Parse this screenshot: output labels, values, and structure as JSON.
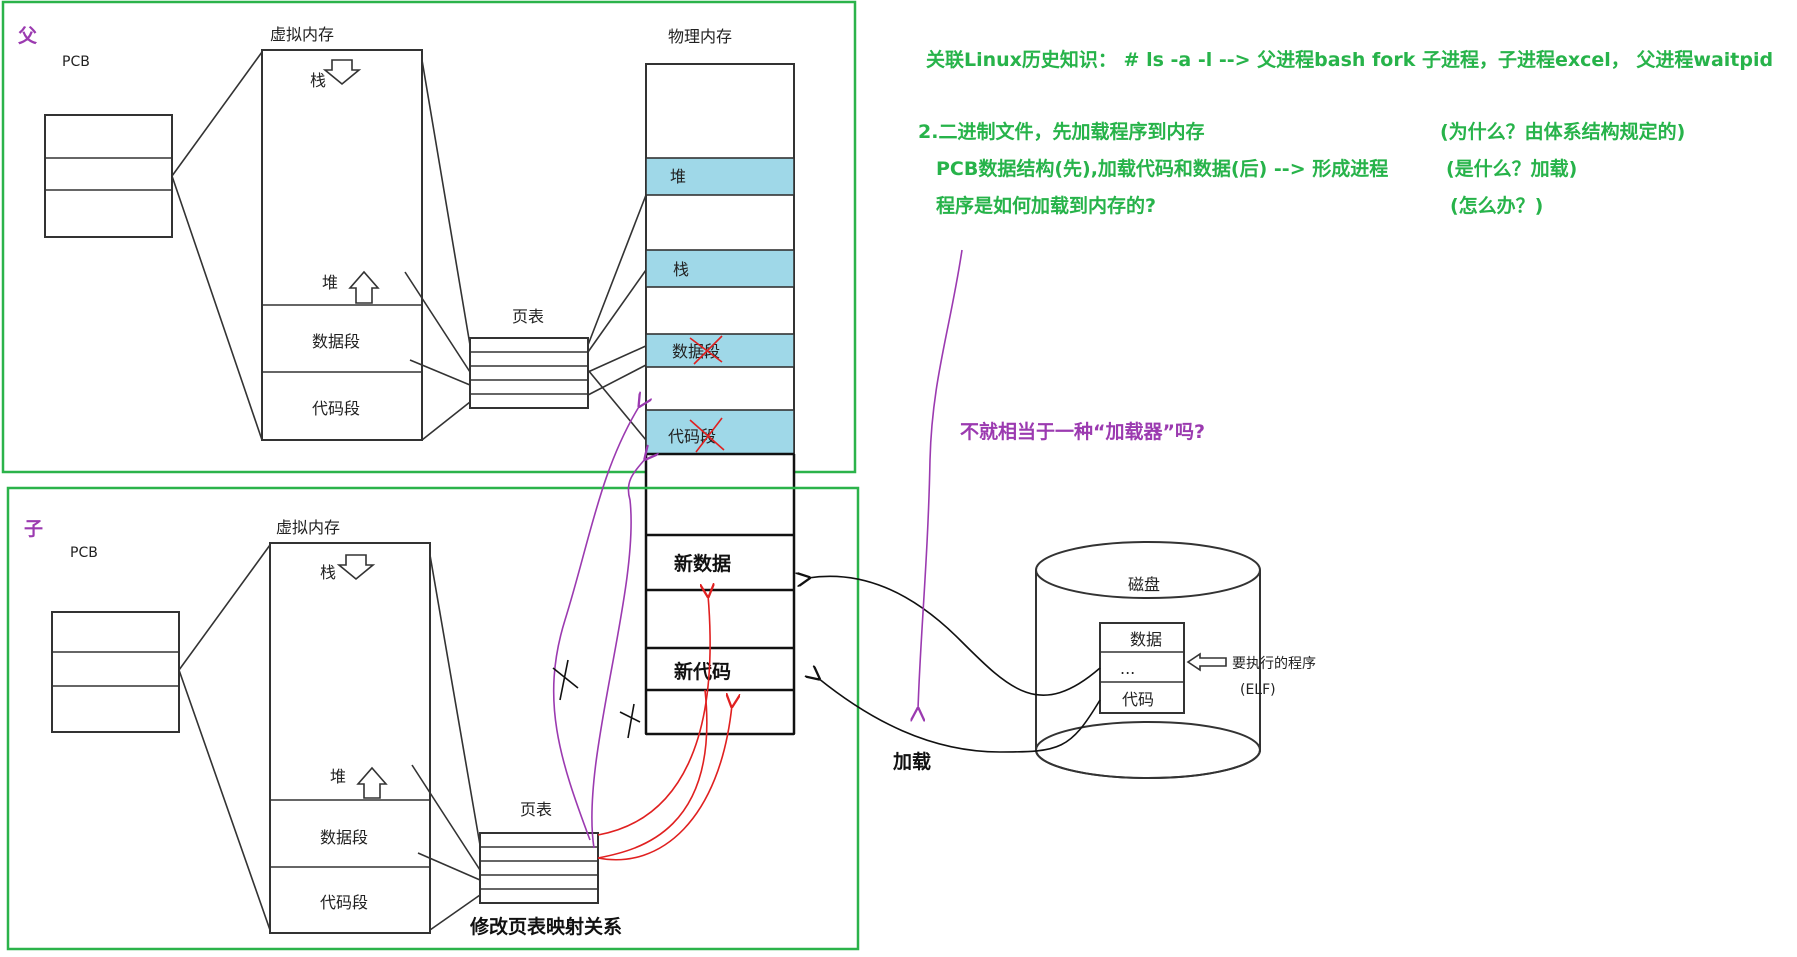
{
  "colors": {
    "frame": "#2bb34a",
    "purple": "#9b3ab0",
    "green": "#27b34a",
    "highlight": "#9fd8e8",
    "red": "#e02020"
  },
  "parent": {
    "tag": "父",
    "pcb_label": "PCB",
    "vm_title": "虚拟内存",
    "stack": "栈",
    "heap": "堆",
    "data_seg": "数据段",
    "code_seg": "代码段",
    "page_table": "页表"
  },
  "child": {
    "tag": "子",
    "pcb_label": "PCB",
    "vm_title": "虚拟内存",
    "stack": "栈",
    "heap": "堆",
    "data_seg": "数据段",
    "code_seg": "代码段",
    "page_table": "页表",
    "caption": "修改页表映射关系"
  },
  "physical": {
    "title": "物理内存",
    "heap": "堆",
    "stack": "栈",
    "data_seg": "数据段",
    "code_seg": "代码段",
    "new_data": "新数据",
    "new_code": "新代码"
  },
  "disk": {
    "title": "磁盘",
    "data": "数据",
    "dots": "...",
    "code": "代码",
    "program_label": "要执行的程序",
    "elf": "(ELF)",
    "load": "加载"
  },
  "notes": {
    "line1": "关联Linux历史知识： # ls -a -l --> 父进程bash fork 子进程，子进程excel， 父进程waitpid",
    "line2_left": "2.二进制文件，先加载程序到内存",
    "line2_right": "(为什么？由体系结构规定的)",
    "line3_left": "PCB数据结构(先),加载代码和数据(后) --> 形成进程",
    "line3_right": "(是什么？加载)",
    "line4_left": "程序是如何加载到内存的?",
    "line4_right": "(怎么办？)",
    "loader_question": "不就相当于一种“加载器”吗?"
  }
}
